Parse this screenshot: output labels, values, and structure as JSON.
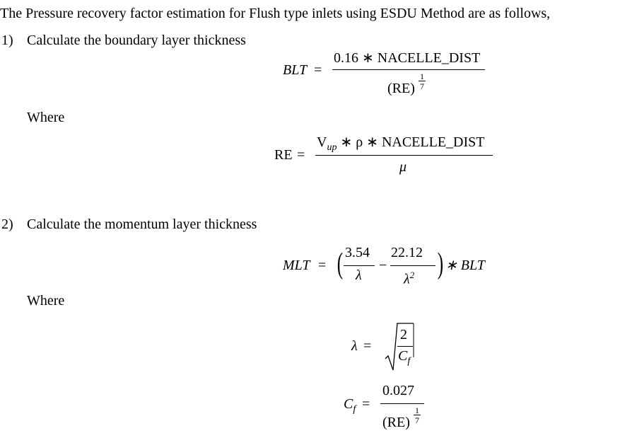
{
  "intro": "The Pressure recovery factor estimation for Flush type inlets using ESDU Method are as follows,",
  "steps": [
    {
      "num": "1)",
      "label": "Calculate the boundary layer thickness"
    },
    {
      "num": "2)",
      "label": "Calculate the momentum layer thickness"
    }
  ],
  "where_label": "Where",
  "eq_blt": {
    "lhs": "BLT",
    "eq": "=",
    "numerator": "0.16 ∗  NACELLE_DIST",
    "denominator": "(RE)",
    "exp_num": "1",
    "exp_den": "7"
  },
  "eq_re": {
    "lhs": "RE",
    "eq": "=",
    "num_v": "V",
    "num_v_sub": "up",
    "numerator_rest": " ∗  ρ ∗  NACELLE_DIST",
    "denominator": "μ"
  },
  "eq_mlt": {
    "lhs": "MLT",
    "eq": "=",
    "f1_num": "3.54",
    "f1_den": "λ",
    "minus": "−",
    "f2_num": "22.12",
    "f2_den": "λ",
    "f2_den_exp": "2",
    "rhs": "∗ BLT"
  },
  "eq_lambda": {
    "lhs": "λ",
    "eq": "=",
    "num": "2",
    "den": "C",
    "den_sub": "f"
  },
  "eq_cf": {
    "lhs": "C",
    "lhs_sub": "f",
    "eq": "=",
    "numerator": "0.027",
    "denominator": "(RE)",
    "exp_num": "1",
    "exp_den": "7"
  }
}
